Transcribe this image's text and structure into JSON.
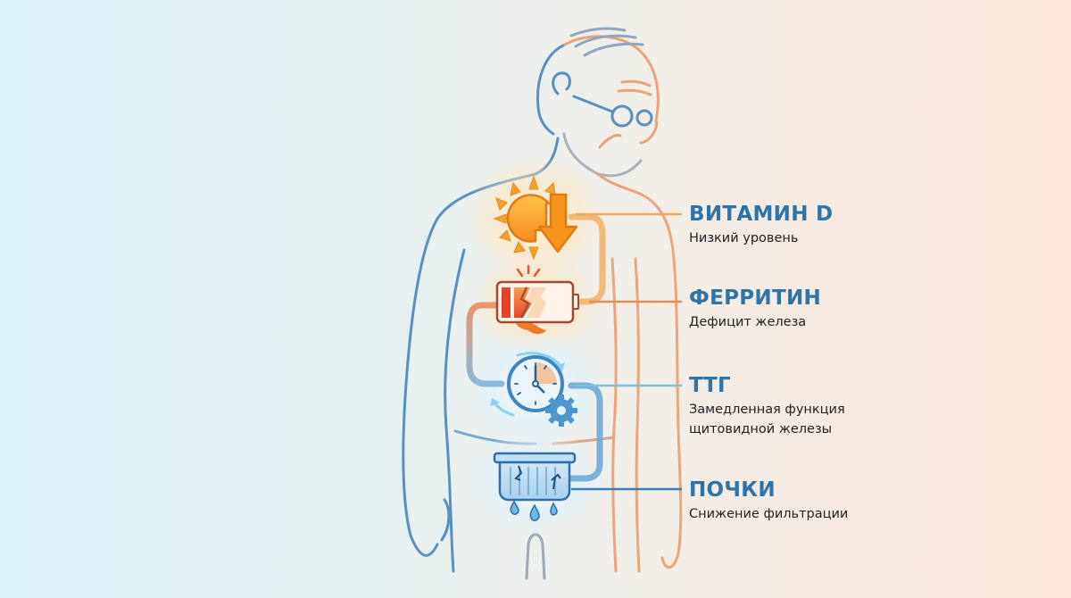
{
  "diagram": {
    "subject": "elderly man silhouette with organ-marker icons",
    "colors": {
      "background_left": "#dcf1f7",
      "background_right": "#fbe6da",
      "body_outline_blue": "#5b8fbf",
      "body_outline_orange": "#eaa57a",
      "title_blue": "#2f74a8",
      "text_dark": "#222222",
      "sun_orange": "#f7a12b",
      "battery_red": "#e4572e",
      "clock_blue": "#3d86c0",
      "kidney_blue": "#4a8fd0"
    },
    "markers": [
      {
        "id": "vitamin-d",
        "icon": "sun-down-arrow-icon",
        "title": "ВИТАМИН D",
        "desc_lines": [
          "Низкий уровень"
        ],
        "line_color": "#f1a85a"
      },
      {
        "id": "ferritin",
        "icon": "broken-battery-icon",
        "title": "ФЕРРИТИН",
        "desc_lines": [
          "Дефицит железа"
        ],
        "line_color": "#ea8a5c"
      },
      {
        "id": "tsh",
        "icon": "clock-gear-icon",
        "title": "ТТГ",
        "desc_lines": [
          "Замедленная функция",
          "щитовидной железы"
        ],
        "line_color": "#7cc0dc"
      },
      {
        "id": "kidneys",
        "icon": "cracked-filter-drops-icon",
        "title": "ПОЧКИ",
        "desc_lines": [
          "Снижение фильтрации"
        ],
        "line_color": "#3d7fb8"
      }
    ]
  }
}
